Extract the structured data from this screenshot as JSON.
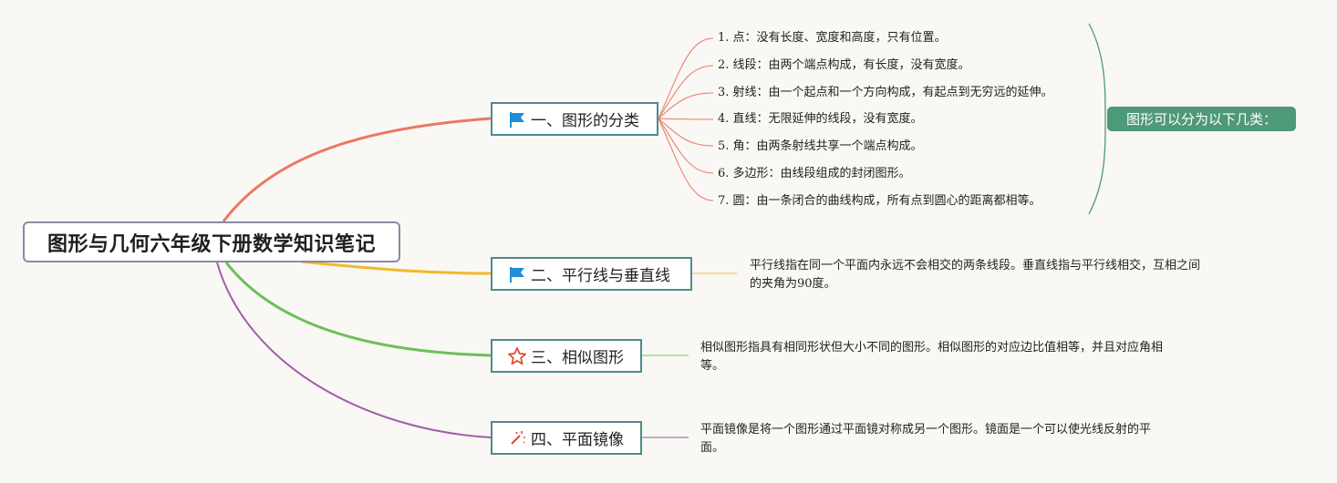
{
  "root": {
    "title": "图形与几何六年级下册数学知识笔记"
  },
  "branches": [
    {
      "label": "一、图形的分类",
      "icon": "flag-icon",
      "color": "#ec7763"
    },
    {
      "label": "二、平行线与垂直线",
      "icon": "flag-icon",
      "color": "#f5b72a"
    },
    {
      "label": "三、相似图形",
      "icon": "star-icon",
      "color": "#6cc05a"
    },
    {
      "label": "四、平面镜像",
      "icon": "magic-wand-icon",
      "color": "#a05ea8"
    }
  ],
  "classification_items": [
    "1. 点：没有长度、宽度和高度，只有位置。",
    "2. 线段：由两个端点构成，有长度，没有宽度。",
    "3. 射线：由一个起点和一个方向构成，有起点到无穷远的延伸。",
    "4. 直线：无限延伸的线段，没有宽度。",
    "5. 角：由两条射线共享一个端点构成。",
    "6. 多边形：由线段组成的封闭图形。",
    "7. 圆：由一条闭合的曲线构成，所有点到圆心的距离都相等。"
  ],
  "summary_label": "图形可以分为以下几类：",
  "notes": {
    "parallel": "平行线指在同一个平面内永远不会相交的两条线段。垂直线指与平行线相交，互相之间的夹角为90度。",
    "similar": "相似图形指具有相同形状但大小不同的图形。相似图形的对应边比值相等，并且对应角相等。",
    "mirror": "平面镜像是将一个图形通过平面镜对称成另一个图形。镜面是一个可以使光线反射的平面。"
  },
  "colors": {
    "background": "#f9f8f4",
    "branch_border": "#4f8a8b",
    "summary_bg": "#4e9977",
    "flag": "#1e8fd6",
    "star": "#e0452c",
    "wand": "#e0452c"
  }
}
